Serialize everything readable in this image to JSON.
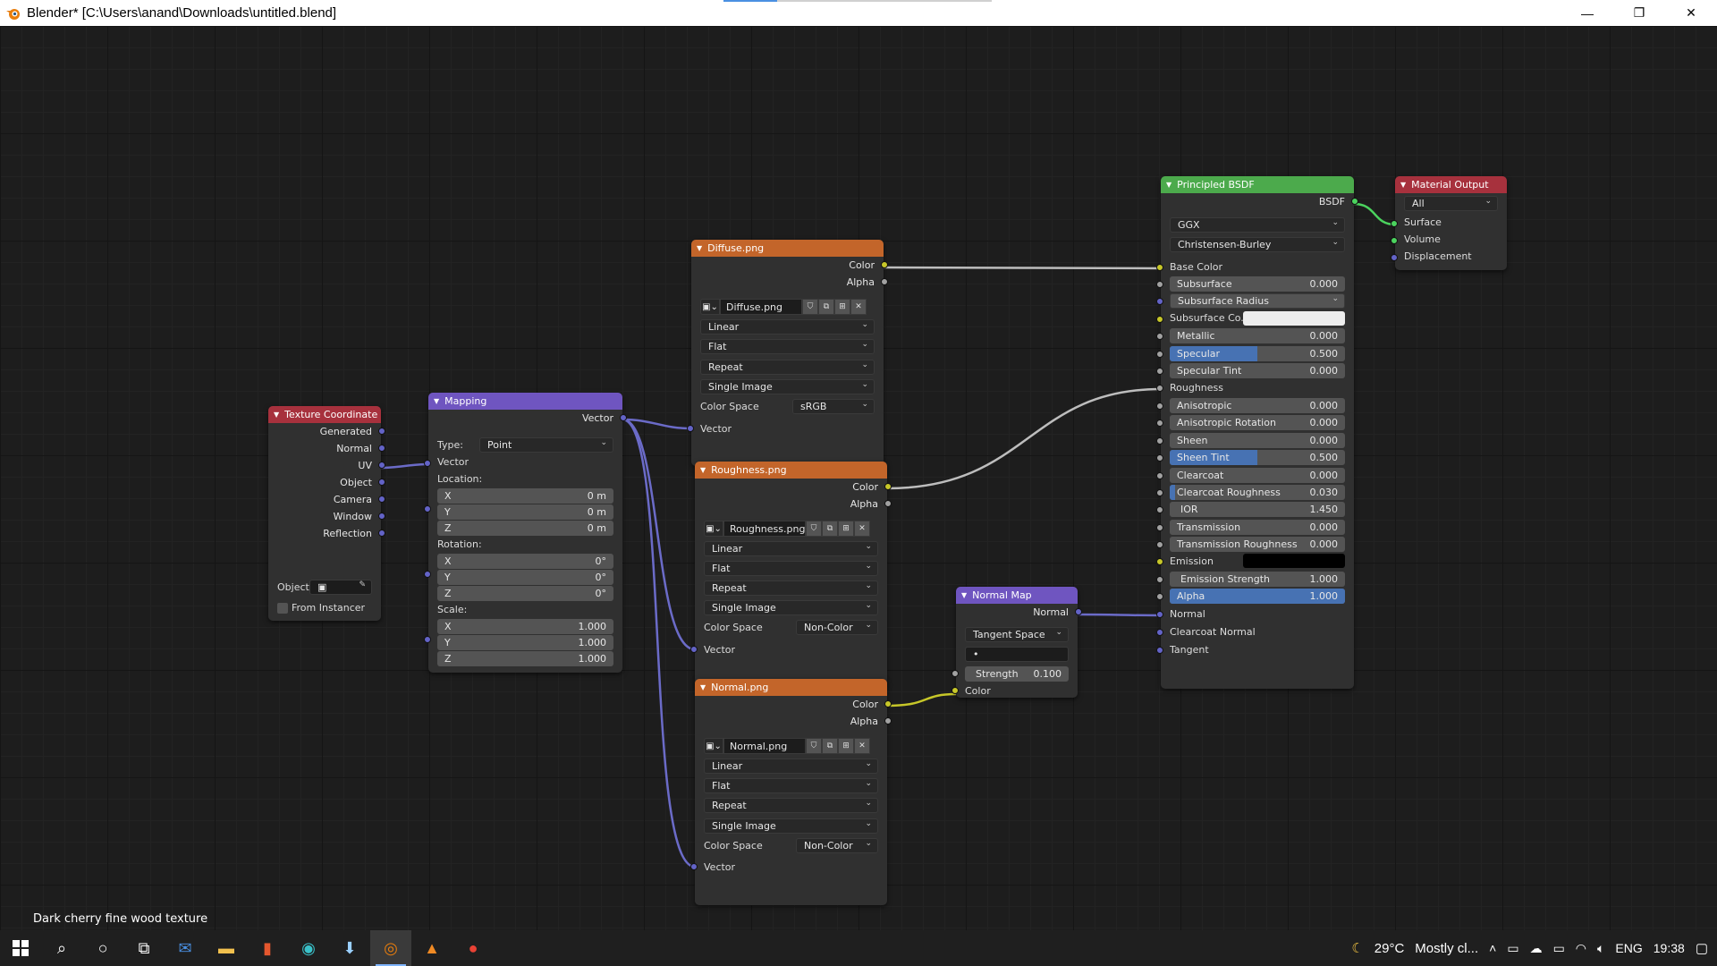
{
  "window": {
    "title": "Blender* [C:\\Users\\anand\\Downloads\\untitled.blend]",
    "minimize": "—",
    "maximize": "❐",
    "close": "✕"
  },
  "caption": "Dark cherry fine wood texture",
  "nodes": {
    "texcoord": {
      "title": "Texture Coordinate",
      "outputs": [
        "Generated",
        "Normal",
        "UV",
        "Object",
        "Camera",
        "Window",
        "Reflection"
      ],
      "object_label": "Object:",
      "from_instancer": "From Instancer",
      "header_color": "#a7313d"
    },
    "mapping": {
      "title": "Mapping",
      "output": "Vector",
      "type_label": "Type:",
      "type_value": "Point",
      "vector_in": "Vector",
      "location_label": "Location:",
      "location": [
        {
          "axis": "X",
          "value": "0 m"
        },
        {
          "axis": "Y",
          "value": "0 m"
        },
        {
          "axis": "Z",
          "value": "0 m"
        }
      ],
      "rotation_label": "Rotation:",
      "rotation": [
        {
          "axis": "X",
          "value": "0°"
        },
        {
          "axis": "Y",
          "value": "0°"
        },
        {
          "axis": "Z",
          "value": "0°"
        }
      ],
      "scale_label": "Scale:",
      "scale": [
        {
          "axis": "X",
          "value": "1.000"
        },
        {
          "axis": "Y",
          "value": "1.000"
        },
        {
          "axis": "Z",
          "value": "1.000"
        }
      ],
      "header_color": "#6f55c0"
    },
    "diffuse": {
      "title": "Diffuse.png",
      "outputs": [
        "Color",
        "Alpha"
      ],
      "image": "Diffuse.png",
      "interpolation": "Linear",
      "projection": "Flat",
      "extension": "Repeat",
      "source": "Single Image",
      "colorspace_label": "Color Space",
      "colorspace": "sRGB",
      "vector_in": "Vector",
      "header_color": "#c3652a"
    },
    "roughness": {
      "title": "Roughness.png",
      "outputs": [
        "Color",
        "Alpha"
      ],
      "image": "Roughness.png",
      "interpolation": "Linear",
      "projection": "Flat",
      "extension": "Repeat",
      "source": "Single Image",
      "colorspace_label": "Color Space",
      "colorspace": "Non-Color",
      "vector_in": "Vector",
      "header_color": "#c3652a"
    },
    "normal": {
      "title": "Normal.png",
      "outputs": [
        "Color",
        "Alpha"
      ],
      "image": "Normal.png",
      "interpolation": "Linear",
      "projection": "Flat",
      "extension": "Repeat",
      "source": "Single Image",
      "colorspace_label": "Color Space",
      "colorspace": "Non-Color",
      "vector_in": "Vector",
      "header_color": "#c3652a"
    },
    "normalmap": {
      "title": "Normal Map",
      "output": "Normal",
      "space": "Tangent Space",
      "uvmap": "•",
      "strength_label": "Strength",
      "strength": "0.100",
      "color_in": "Color",
      "header_color": "#6f55c0"
    },
    "bsdf": {
      "title": "Principled BSDF",
      "output": "BSDF",
      "distribution": "GGX",
      "subsurface_method": "Christensen-Burley",
      "base_color": "Base Color",
      "subsurface": {
        "label": "Subsurface",
        "value": "0.000"
      },
      "subsurface_radius": "Subsurface Radius",
      "subsurface_color": "Subsurface Co...",
      "metallic": {
        "label": "Metallic",
        "value": "0.000"
      },
      "specular": {
        "label": "Specular",
        "value": "0.500",
        "fraction": 0.5
      },
      "specular_tint": {
        "label": "Specular Tint",
        "value": "0.000"
      },
      "roughness": "Roughness",
      "anisotropic": {
        "label": "Anisotropic",
        "value": "0.000"
      },
      "anisotropic_rotation": {
        "label": "Anisotropic Rotation",
        "value": "0.000"
      },
      "sheen": {
        "label": "Sheen",
        "value": "0.000"
      },
      "sheen_tint": {
        "label": "Sheen Tint",
        "value": "0.500",
        "fraction": 0.5
      },
      "clearcoat": {
        "label": "Clearcoat",
        "value": "0.000"
      },
      "clearcoat_roughness": {
        "label": "Clearcoat Roughness",
        "value": "0.030",
        "fraction": 0.03
      },
      "ior": {
        "label": "IOR",
        "value": "1.450"
      },
      "transmission": {
        "label": "Transmission",
        "value": "0.000"
      },
      "transmission_roughness": {
        "label": "Transmission Roughness",
        "value": "0.000"
      },
      "emission": "Emission",
      "emission_strength": {
        "label": "Emission Strength",
        "value": "1.000"
      },
      "alpha": {
        "label": "Alpha",
        "value": "1.000",
        "fraction": 1.0
      },
      "normal": "Normal",
      "clearcoat_normal": "Clearcoat Normal",
      "tangent": "Tangent",
      "header_color": "#4caa4c"
    },
    "output": {
      "title": "Material Output",
      "target": "All",
      "inputs": [
        "Surface",
        "Volume",
        "Displacement"
      ],
      "header_color": "#a7313d"
    }
  },
  "taskbar": {
    "temperature": "29°C",
    "weather": "Mostly cl...",
    "language": "ENG",
    "time": "19:38"
  }
}
